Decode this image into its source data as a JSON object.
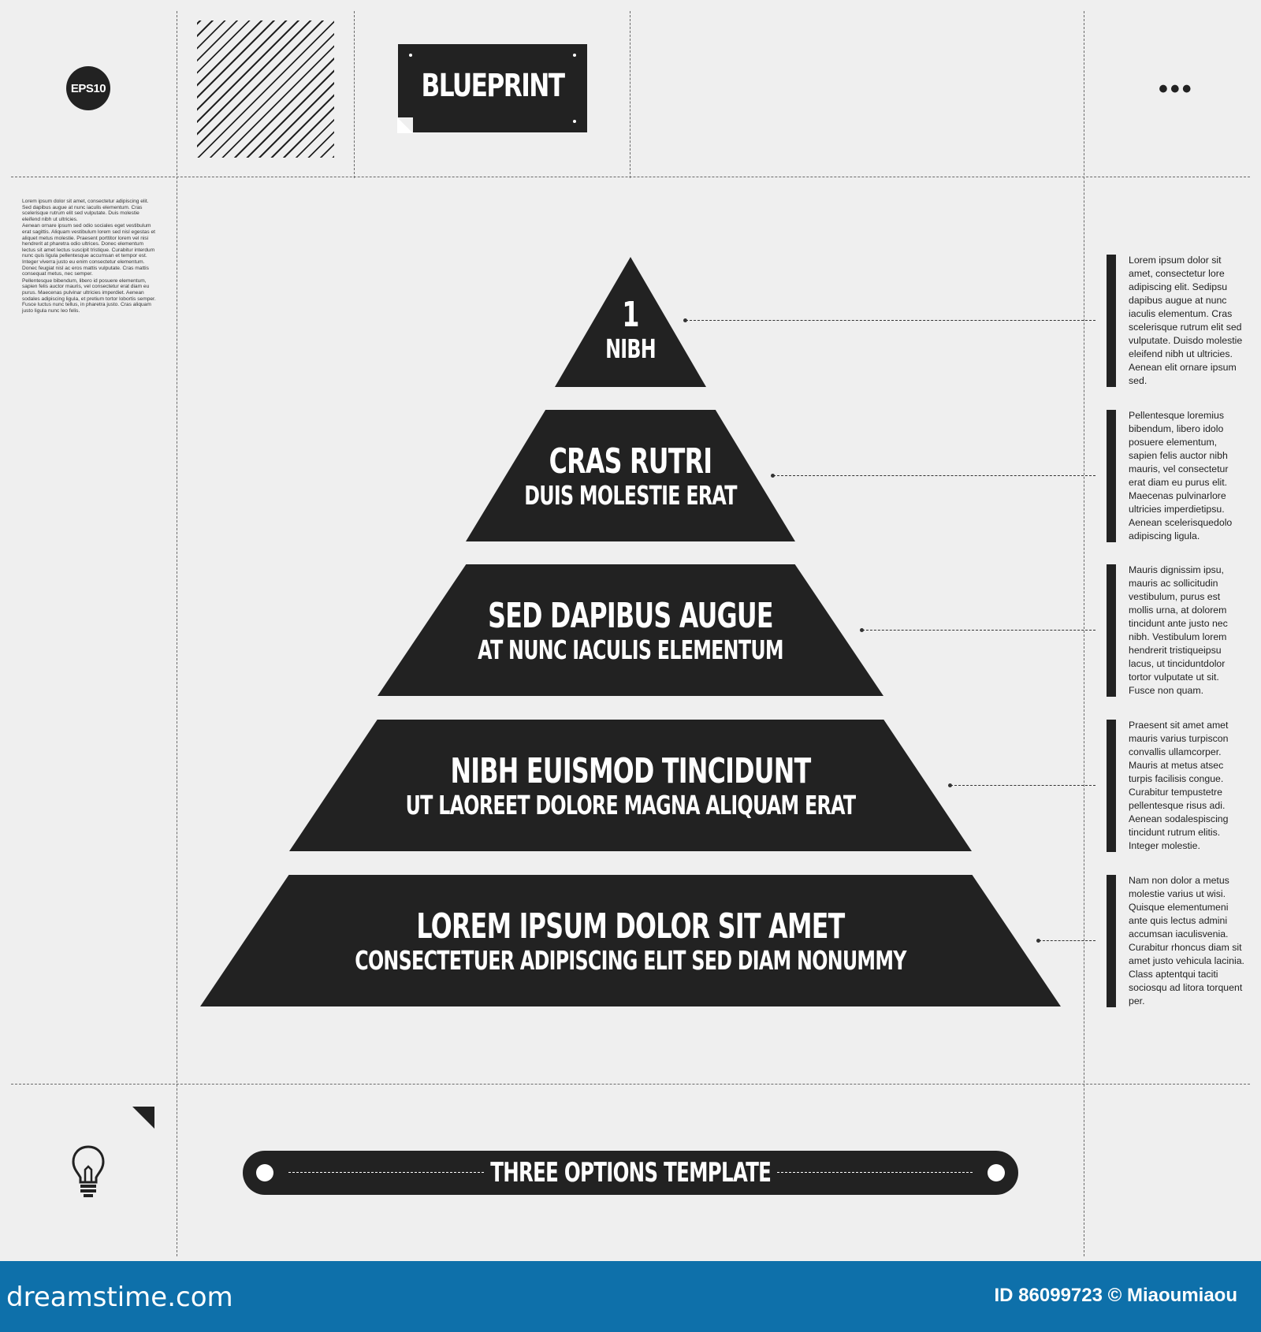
{
  "header": {
    "badge": "EPS10",
    "logo": "BLUEPRINT",
    "menu_icon": "more-dots-icon",
    "menu_glyph": "•••"
  },
  "side_text": [
    "Lorem ipsum dolor sit amet, consectetur adipiscing elit. Sed dapibus augue at nunc iaculis elementum. Cras scelerisque rutrum elit sed vulputate. Duis molestie eleifend nibh ut ultricies.",
    "Aenean ornare ipsum sed odio sociales eget vestibulum erat sagittis. Aliquam vestibulum lorem sed nisl egestas et aliquet metus molestie. Praesent porttitor lorem vel nisi hendrerit at pharetra odio ultrices. Donec elementum lectus sit amet lectus suscipit tristique. Curabitur interdum nunc quis ligula pellentesque accumsan et tempor est. Integer viverra justo eu enim consectetur elementum. Donec feugiat nisl ac eros mattis vulputate. Cras mattis consequat metus, nec semper.",
    "Pellentesque bibendum, libero id posuere elementum, sapien felis auctor mauris, vel consectetur erat diam eu purus. Maecenas pulvinar ultricies imperdiet. Aenean sodales adipiscing ligula, et pretium tortor lobortis semper. Fusce luctus nunc tellus, in pharetra justo. Cras aliquam justo ligula nunc leo felis."
  ],
  "pyramid": {
    "tiers": [
      {
        "title": "1",
        "subtitle": "NIBH"
      },
      {
        "title": "CRAS RUTRI",
        "subtitle": "DUIS MOLESTIE ERAT"
      },
      {
        "title": "SED DAPIBUS AUGUE",
        "subtitle": "AT NUNC IACULIS ELEMENTUM"
      },
      {
        "title": "NIBH EUISMOD TINCIDUNT",
        "subtitle": "UT LAOREET DOLORE MAGNA ALIQUAM ERAT"
      },
      {
        "title": "LOREM IPSUM DOLOR SIT AMET",
        "subtitle": "CONSECTETUER ADIPISCING ELIT SED DIAM NONUMMY"
      }
    ]
  },
  "notes": [
    "Lorem ipsum dolor sit amet, consectetur lore adipiscing elit. Sedipsu dapibus augue at nunc iaculis elementum. Cras scelerisque rutrum elit sed vulputate. Duisdo molestie eleifend nibh ut ultricies. Aenean elit ornare ipsum sed.",
    "Pellentesque loremius bibendum, libero idolo posuere elementum, sapien felis auctor nibh mauris, vel consectetur erat diam eu purus elit. Maecenas pulvinarlore ultricies imperdietipsu. Aenean scelerisquedolo adipiscing ligula.",
    "Mauris dignissim ipsu, mauris ac sollicitudin vestibulum, purus est mollis urna, at dolorem tincidunt ante justo nec nibh. Vestibulum lorem hendrerit tristiqueipsu lacus, ut tinciduntdolor tortor vulputate ut sit. Fusce non quam.",
    "Praesent sit amet amet mauris varius turpiscon convallis ullamcorper. Mauris at metus atsec turpis facilisis congue. Curabitur tempustetre pellentesque risus adi. Aenean sodalespiscing tincidunt rutrum elitis. Integer molestie.",
    "Nam non dolor a metus molestie varius ut wisi. Quisque elementumeni ante quis lectus admini accumsan iaculisvenia. Curabitur rhoncus diam sit amet justo vehicula lacinia. Class aptentqui taciti sociosqu ad litora torquent per."
  ],
  "bottom": {
    "banner": "THREE OPTIONS TEMPLATE",
    "icon": "lightbulb-icon"
  },
  "footer": {
    "brand": "dreamstime.com",
    "id_text": "ID 86099723 © Miaoumiaou"
  },
  "colors": {
    "background": "#efefef",
    "ink": "#222222",
    "footer": "#0e70aa"
  }
}
